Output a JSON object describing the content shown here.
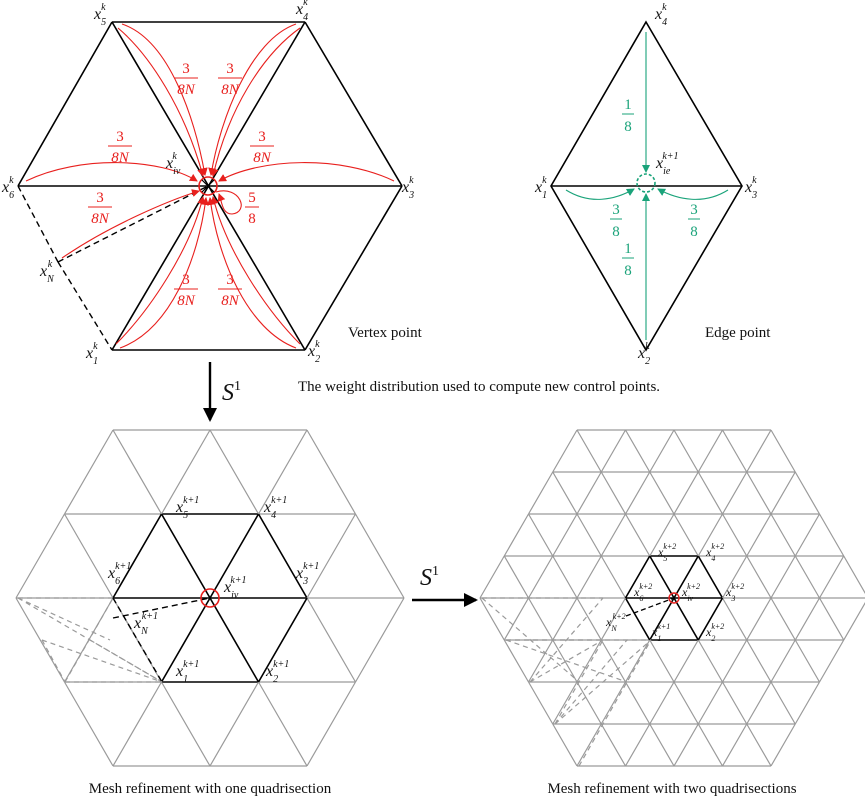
{
  "colors": {
    "black": "#000000",
    "gray": "#9a9a9a",
    "red": "#e8201e",
    "green": "#1aa37a"
  },
  "captions": {
    "vertex": "Vertex point",
    "edge": "Edge point",
    "weight": "The weight distribution used to compute new control points.",
    "one": "Mesh refinement with one quadrisection",
    "two": "Mesh refinement with two quadrisections"
  },
  "operator": {
    "base": "S",
    "sup": "1"
  },
  "weights": {
    "neighbor_num": "3",
    "neighbor_den": "8N",
    "self_num": "5",
    "self_den": "8",
    "edge_far_num": "1",
    "edge_far_den": "8",
    "edge_near_num": "3",
    "edge_near_den": "8"
  },
  "labels": {
    "x": "x",
    "k": "k",
    "k1": "k+1",
    "k2": "k+2",
    "sub1": "1",
    "sub2": "2",
    "sub3": "3",
    "sub4": "4",
    "sub5": "5",
    "sub6": "6",
    "subN": "N",
    "subIV": "iv",
    "subIE": "ie"
  }
}
